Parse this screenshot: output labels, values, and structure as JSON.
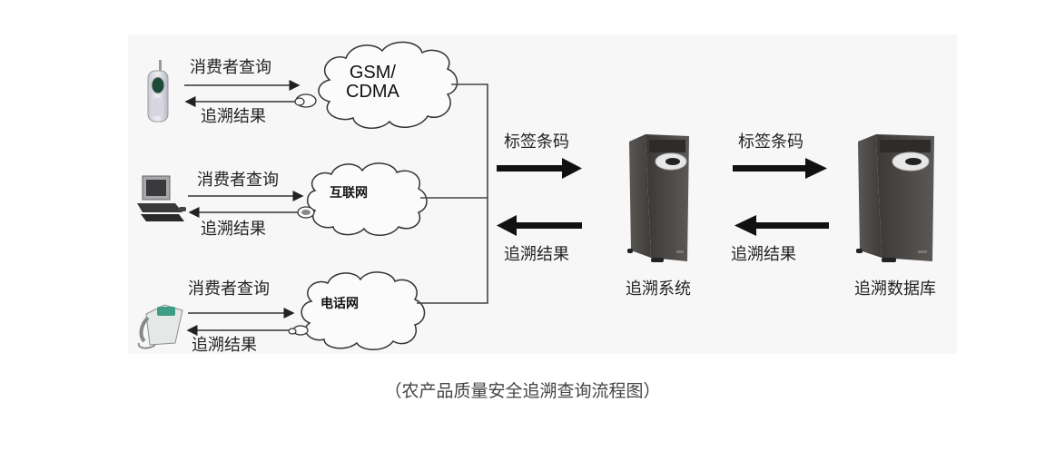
{
  "figure": {
    "channels": [
      {
        "device": "mobile-phone",
        "network": "GSM/\nCDMA",
        "network_lines": [
          "GSM/",
          "CDMA"
        ],
        "query_label": "消费者查询",
        "result_label": "追溯结果"
      },
      {
        "device": "desktop-computer",
        "network": "互联网",
        "query_label": "消费者查询",
        "result_label": "追溯结果"
      },
      {
        "device": "telephone",
        "network": "电话网",
        "query_label": "消费者查询",
        "result_label": "追溯结果"
      }
    ],
    "links": [
      {
        "forward_label": "标签条码",
        "back_label": "追溯结果"
      },
      {
        "forward_label": "标签条码",
        "back_label": "追溯结果"
      }
    ],
    "nodes": [
      {
        "icon": "server-tower",
        "label": "追溯系统"
      },
      {
        "icon": "server-tower",
        "label": "追溯数据库"
      }
    ],
    "colors": {
      "background": "#f7f7f7",
      "line": "#444444",
      "arrow": "#111111",
      "server_body": "#4a4745",
      "server_front": "#3a3836"
    }
  },
  "caption": "（农产品质量安全追溯查询流程图）"
}
